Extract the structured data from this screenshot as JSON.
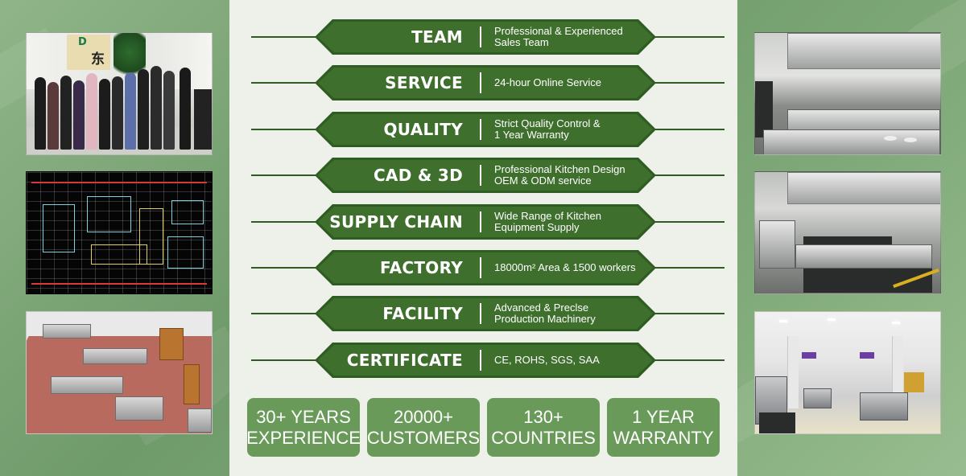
{
  "colors": {
    "background_green": "#7fa978",
    "center_panel": "#eef1ea",
    "banner_dark": "#2f5c22",
    "banner_light": "#3e6f2d",
    "stat_box": "#6a9a5a",
    "text": "#ffffff"
  },
  "features": [
    {
      "title": "TEAM",
      "desc_line1": "Professional & Experienced",
      "desc_line2": "Sales Team"
    },
    {
      "title": "SERVICE",
      "desc_line1": "24-hour Online Service",
      "desc_line2": ""
    },
    {
      "title": "QUALITY",
      "desc_line1": "Strict Quality Control &",
      "desc_line2": "1 Year Warranty"
    },
    {
      "title": "CAD & 3D",
      "desc_line1": "Professional Kitchen Design",
      "desc_line2": "OEM & ODM service"
    },
    {
      "title": "SUPPLY CHAIN",
      "desc_line1": "Wide Range of Kitchen",
      "desc_line2": "Equipment Supply"
    },
    {
      "title": "FACTORY",
      "desc_line1": "18000m² Area & 1500 workers",
      "desc_line2": ""
    },
    {
      "title": "FACILITY",
      "desc_line1": "Advanced & Preclse",
      "desc_line2": "Production Machinery"
    },
    {
      "title": "CERTIFICATE",
      "desc_line1": "CE, ROHS, SGS, SAA",
      "desc_line2": ""
    }
  ],
  "stats": [
    {
      "line1": "30+ YEARS",
      "line2": "EXPERIENCE"
    },
    {
      "line1": "20000+",
      "line2": "CUSTOMERS"
    },
    {
      "line1": "130+",
      "line2": "COUNTRIES"
    },
    {
      "line1": "1 YEAR",
      "line2": "WARRANTY"
    }
  ],
  "photos": {
    "team_sign": "东"
  }
}
